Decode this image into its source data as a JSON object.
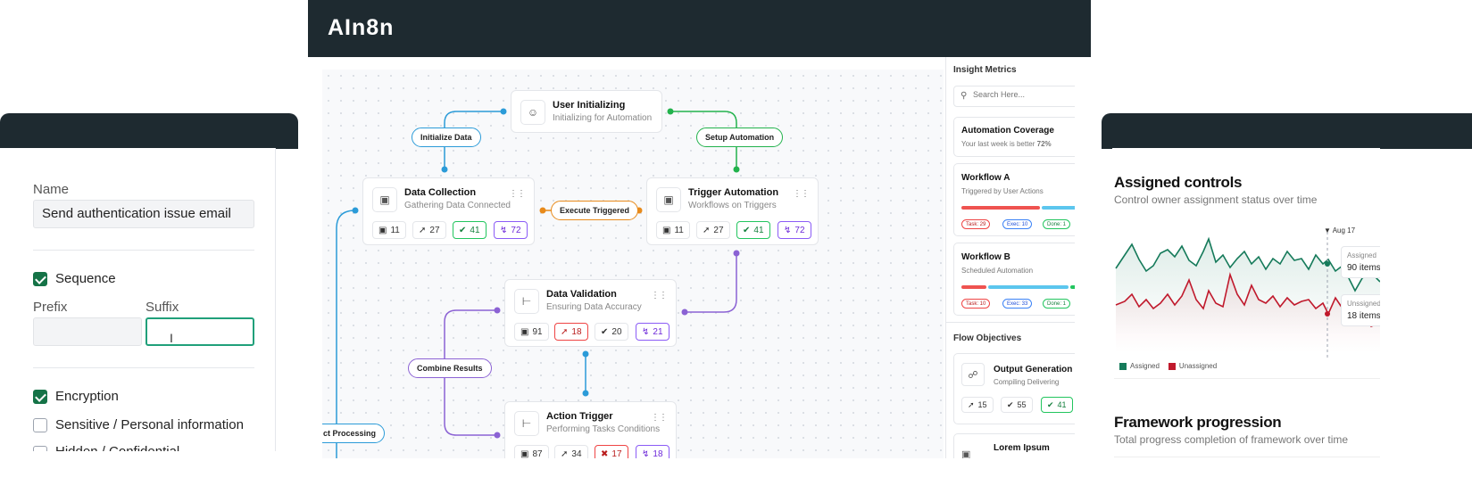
{
  "app": {
    "brand": "AIn8n"
  },
  "form": {
    "name_label": "Name",
    "name_value": "Send authentication issue email",
    "sequence_label": "Sequence",
    "prefix_label": "Prefix",
    "suffix_label": "Suffix",
    "prefix_value": "",
    "suffix_value": "",
    "encryption_label": "Encryption",
    "sensitive_label": "Sensitive / Personal information",
    "hidden_label": "Hidden / Confidential"
  },
  "flow": {
    "user": {
      "title": "User Initializing",
      "subtitle": "Initializing for Automation"
    },
    "collection": {
      "title": "Data Collection",
      "subtitle": "Gathering Data Connected",
      "stats": [
        "11",
        "27",
        "41",
        "72"
      ]
    },
    "trigger_auto": {
      "title": "Trigger Automation",
      "subtitle": "Workflows on Triggers",
      "stats": [
        "11",
        "27",
        "41",
        "72"
      ]
    },
    "validation": {
      "title": "Data Validation",
      "subtitle": "Ensuring Data Accuracy",
      "stats": [
        "91",
        "18",
        "20",
        "21"
      ]
    },
    "action": {
      "title": "Action Trigger",
      "subtitle": "Performing Tasks Conditions",
      "stats": [
        "87",
        "34",
        "17",
        "18"
      ]
    },
    "edges": {
      "initialize": "Initialize Data",
      "setup": "Setup Automation",
      "execute": "Execute Triggered",
      "combine": "Combine Results",
      "extract": "ct Processing"
    }
  },
  "sidebar": {
    "insight_title": "Insight Metrics",
    "search_placeholder": "Search Here...",
    "coverage": {
      "title": "Automation Coverage",
      "subtitle": "Your last week is better",
      "pct": "72%"
    },
    "workflow_a": {
      "title": "Workflow A",
      "subtitle": "Triggered by User Actions",
      "tags": [
        "Task: 29",
        "Exec: 10",
        "Done: 1"
      ]
    },
    "workflow_b": {
      "title": "Workflow B",
      "subtitle": "Scheduled Automation",
      "tags": [
        "Task: 10",
        "Exec: 33",
        "Done: 1"
      ]
    },
    "objectives_title": "Flow Objectives",
    "output": {
      "title": "Output Generation",
      "subtitle": "Compiling Delivering",
      "stats": [
        "15",
        "55",
        "41"
      ]
    },
    "lorem": {
      "title": "Lorem Ipsum"
    }
  },
  "controls": {
    "title": "Assigned controls",
    "subtitle": "Control owner assignment status over time",
    "marker_date": "Aug 17",
    "tooltip_assigned_label": "Assigned",
    "tooltip_assigned_value": "90 items",
    "tooltip_unassigned_label": "Unssigned",
    "tooltip_unassigned_value": "18 items",
    "legend_assigned": "Assigned",
    "legend_unassigned": "Unassigned",
    "framework_title": "Framework progression",
    "framework_subtitle": "Total progress completion of framework over time",
    "colors": {
      "assigned": "#157a5a",
      "unassigned": "#c0192c"
    }
  }
}
